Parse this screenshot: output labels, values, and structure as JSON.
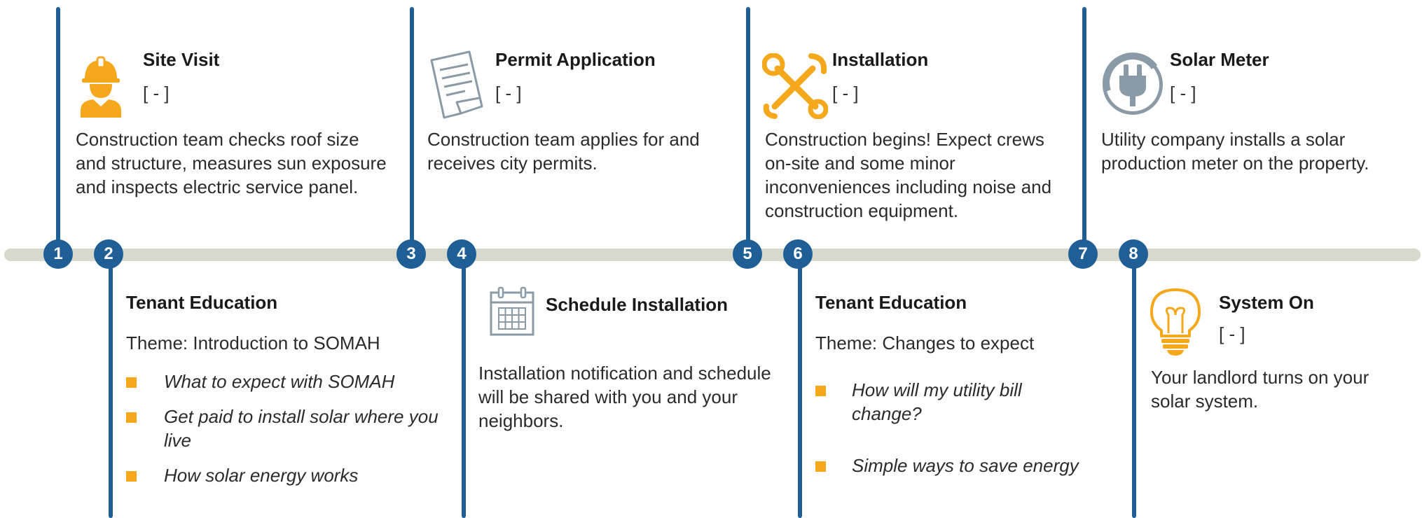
{
  "colors": {
    "line": "#1f5f95",
    "bar": "#d7d9cc",
    "accent": "#f5a81c",
    "icon_gray": "#8a9aa6"
  },
  "bracket_placeholder": "[          -            ]",
  "steps": [
    {
      "number": "1",
      "title": "Site Visit",
      "icon": "construction-worker-icon",
      "description": "Construction team checks roof size and structure, measures sun exposure and inspects electric service panel."
    },
    {
      "number": "2",
      "title": "Tenant Education",
      "theme": "Theme: Introduction to SOMAH",
      "bullets": [
        "What to expect with SOMAH",
        "Get paid to install solar where you live",
        "How solar energy works"
      ]
    },
    {
      "number": "3",
      "title": "Permit Application",
      "icon": "document-icon",
      "description": "Construction team applies for and receives city permits."
    },
    {
      "number": "4",
      "title": "Schedule Installation",
      "icon": "calendar-icon",
      "description": "Installation notification and schedule will be shared with you and your neighbors."
    },
    {
      "number": "5",
      "title": "Installation",
      "icon": "wrenches-icon",
      "description": "Construction begins! Expect crews on-site and some minor inconveniences including noise and construction equipment."
    },
    {
      "number": "6",
      "title": "Tenant Education",
      "theme": "Theme: Changes to expect",
      "bullets": [
        "How will my utility bill change?",
        "Simple ways to save energy"
      ]
    },
    {
      "number": "7",
      "title": "Solar Meter",
      "icon": "plug-meter-icon",
      "description": "Utility company installs a solar production meter on the property."
    },
    {
      "number": "8",
      "title": "System On",
      "icon": "light-bulb-icon",
      "description": "Your landlord turns on your solar system."
    }
  ]
}
